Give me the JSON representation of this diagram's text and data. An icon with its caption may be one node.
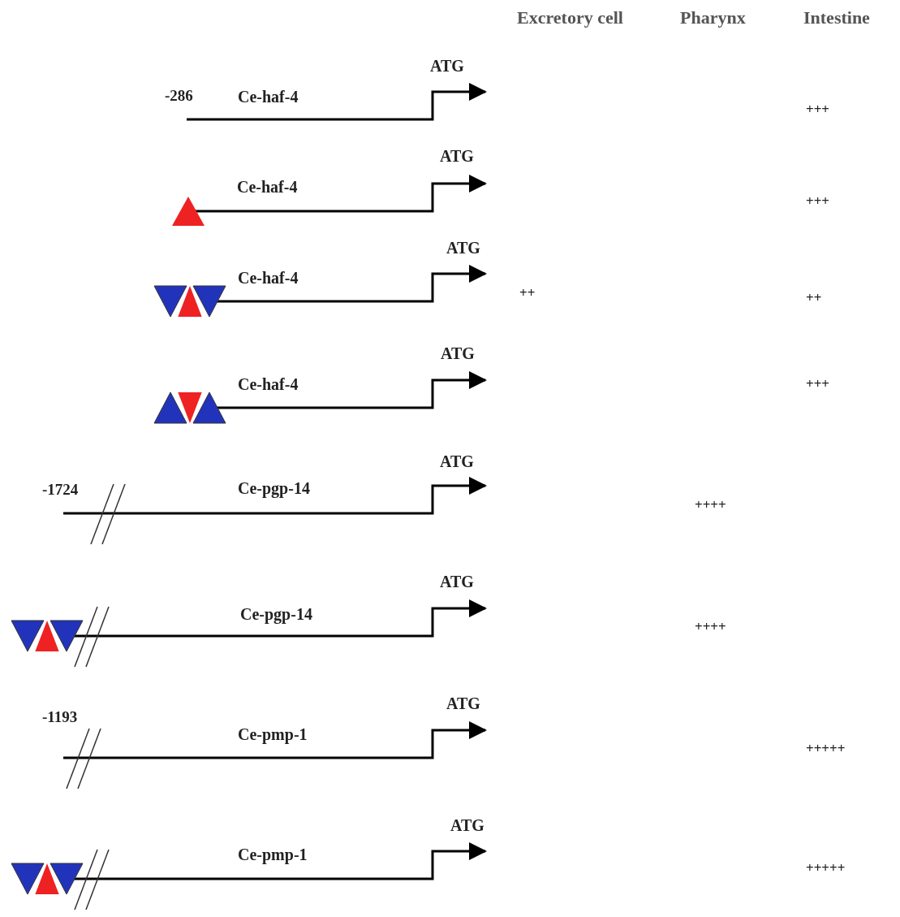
{
  "diagram": {
    "labels": [
      "Excretory cell",
      "Pharynx",
      "Intestine",
      "ATG",
      "-286",
      "Ce-haf-4",
      "+++",
      "ATG",
      "Ce-haf-4",
      "+++",
      "ATG",
      "Ce-haf-4",
      "++",
      "++",
      "ATG",
      "Ce-haf-4",
      "+++",
      "ATG",
      "-1724",
      "Ce-pgp-14",
      "++++",
      "ATG",
      "Ce-pgp-14",
      "++++",
      "ATG",
      "-1193",
      "Ce-pmp-1",
      "+++++",
      "ATG",
      "Ce-pmp-1",
      "+++++"
    ]
  }
}
